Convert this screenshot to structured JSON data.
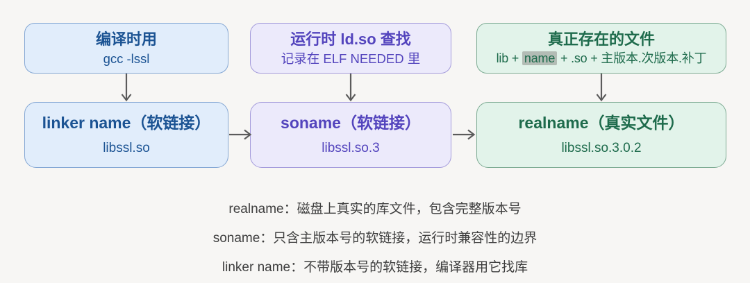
{
  "canvas": {
    "background": "#f7f6f4",
    "arrow_color": "#5b5b5b"
  },
  "columns": [
    {
      "id": "compile-time",
      "theme": "blue",
      "colors": {
        "background": "#e1edfb",
        "border": "#84a7d4",
        "text": "#1b5393"
      },
      "top_box": {
        "title": "编译时用",
        "subtitle": "gcc -lssl"
      },
      "bottom_box": {
        "title": "linker name（软链接）",
        "subtitle": "libssl.so"
      }
    },
    {
      "id": "runtime-lookup",
      "theme": "purple",
      "colors": {
        "background": "#eceafb",
        "border": "#a49bdb",
        "text": "#5344bd"
      },
      "top_box": {
        "title": "运行时 ld.so 查找",
        "subtitle": "记录在 ELF NEEDED 里"
      },
      "bottom_box": {
        "title": "soname（软链接）",
        "subtitle": "libssl.so.3"
      }
    },
    {
      "id": "real-file",
      "theme": "green",
      "colors": {
        "background": "#e2f3ea",
        "border": "#7dab93",
        "text": "#1e6b4c",
        "highlight_background": "#b3bcb5"
      },
      "top_box": {
        "title": "真正存在的文件",
        "subtitle_prefix": "lib + ",
        "subtitle_highlight": "name",
        "subtitle_suffix": " + .so + 主版本.次版本.补丁"
      },
      "bottom_box": {
        "title": "realname（真实文件）",
        "subtitle": "libssl.so.3.0.2"
      }
    }
  ],
  "summary": {
    "lines": [
      "realname：磁盘上真实的库文件，包含完整版本号",
      "soname：只含主版本号的软链接，运行时兼容性的边界",
      "linker name：不带版本号的软链接，编译器用它找库"
    ]
  }
}
